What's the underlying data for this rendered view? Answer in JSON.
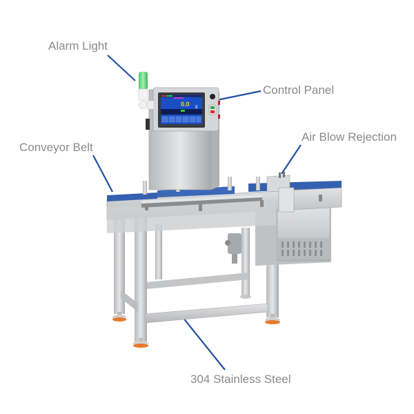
{
  "diagram": {
    "subject": "Checkweigher machine",
    "labels": [
      {
        "id": "alarm_light",
        "text": "Alarm Light"
      },
      {
        "id": "control_panel",
        "text": "Control Panel"
      },
      {
        "id": "air_blow_rejection",
        "text": "Air Blow Rejection"
      },
      {
        "id": "conveyor_belt",
        "text": "Conveyor Belt"
      },
      {
        "id": "stainless_steel",
        "text": "304 Stainless Steel"
      }
    ],
    "screen": {
      "weight_value": "0.0",
      "unit": "g"
    },
    "colors": {
      "label_text": "#8a8a8a",
      "leader_line": "#1f4fa0",
      "belt": "#3560b0",
      "steel": "#c9cacc",
      "alarm_green": "#5fd27a",
      "foot_orange": "#e8792b"
    }
  }
}
